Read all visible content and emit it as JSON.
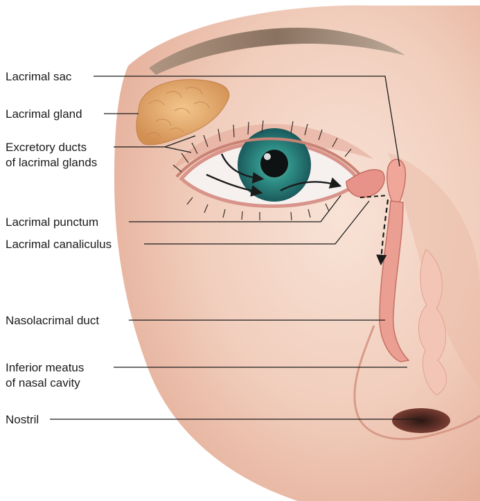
{
  "labels": {
    "lacrimal_sac": "Lacrimal sac",
    "lacrimal_gland": "Lacrimal gland",
    "excretory_ducts_1": "Excretory ducts",
    "excretory_ducts_2": "of lacrimal glands",
    "lacrimal_punctum": "Lacrimal punctum",
    "lacrimal_canaliculus": "Lacrimal canaliculus",
    "nasolacrimal_duct": "Nasolacrimal duct",
    "inferior_meatus_1": "Inferior meatus",
    "inferior_meatus_2": "of nasal cavity",
    "nostril": "Nostril"
  },
  "colors": {
    "skin": "#f3d2c2",
    "skin_shadow": "#e3aa94",
    "gland": "#e3a868",
    "iris": "#2e8a86",
    "duct": "#e48c83",
    "leader": "#1a1a1a"
  }
}
